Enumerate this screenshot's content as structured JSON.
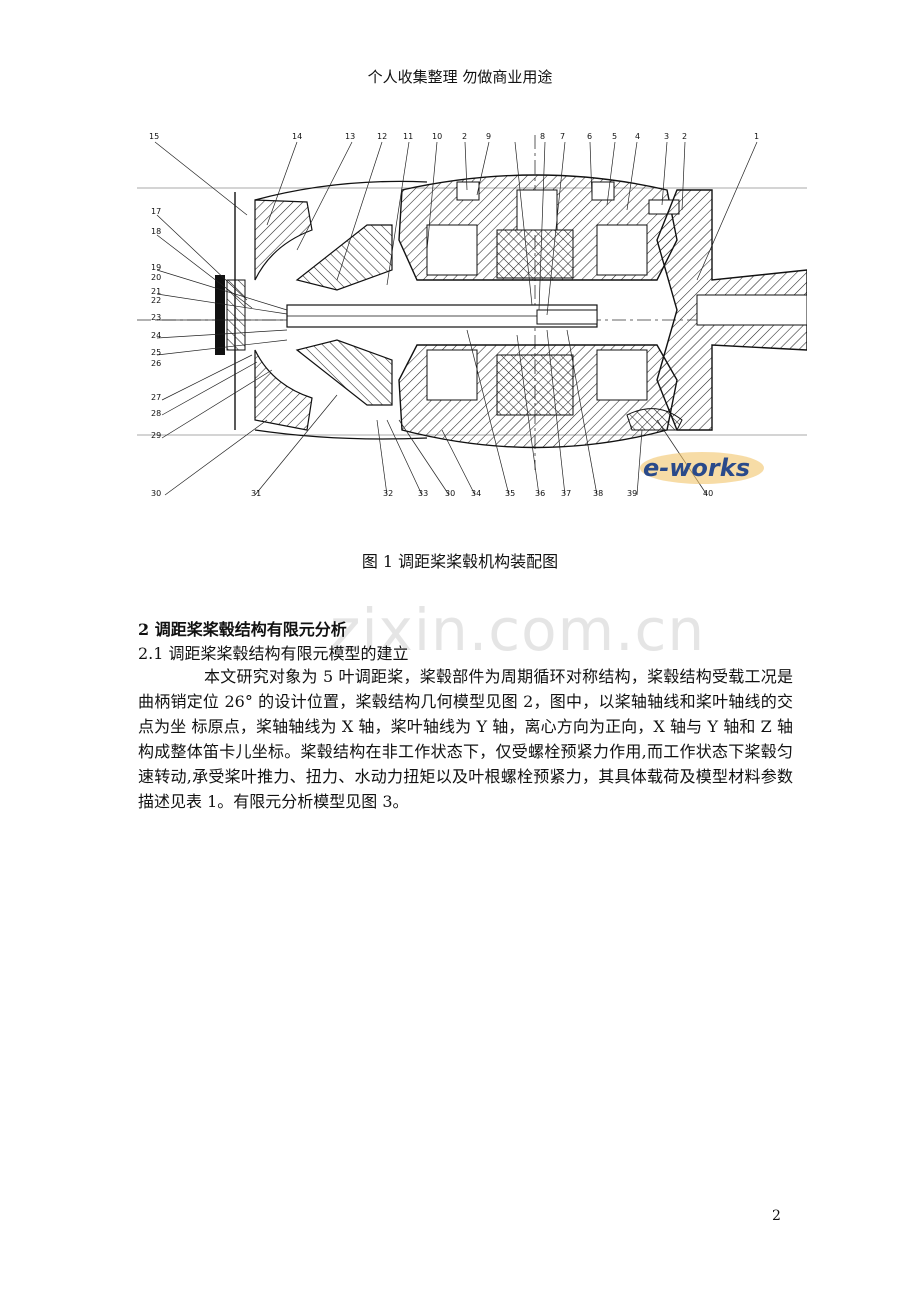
{
  "header": "个人收集整理 勿做商业用途",
  "figure": {
    "top_labels": [
      "15",
      "14",
      "13",
      "12",
      "11",
      "10",
      "2",
      "9",
      "8",
      "7",
      "6",
      "5",
      "4",
      "3",
      "2",
      "1"
    ],
    "left_labels": [
      "17",
      "18",
      "19",
      "20",
      "21",
      "22",
      "23",
      "24",
      "25",
      "26",
      "27",
      "28",
      "29",
      "30"
    ],
    "bottom_labels": [
      "31",
      "32",
      "33",
      "30",
      "34",
      "35",
      "36",
      "37",
      "38",
      "39",
      "40"
    ],
    "logo": "e-works",
    "caption": "图 1  调距桨桨毂机构装配图"
  },
  "section": {
    "title": "2  调距桨桨毂结构有限元分析",
    "subtitle": "2.1  调距桨桨毂结构有限元模型的建立",
    "paragraph": "本文研究对象为 5 叶调距桨，桨毂部件为周期循环对称结构，桨毂结构受载工况是曲柄销定位 26° 的设计位置，桨毂结构几何模型见图 2，图中，以桨轴轴线和桨叶轴线的交点为坐 标原点，桨轴轴线为 X 轴，桨叶轴线为 Y 轴，离心方向为正向，X  轴与  Y  轴和  Z  轴构成整体笛卡儿坐标。桨毂结构在非工作状态下，仅受螺栓预紧力作用,而工作状态下桨毂匀速转动,承受桨叶推力、扭力、水动力扭矩以及叶根螺栓预紧力，其具体载荷及模型材料参数描述见表 1。有限元分析模型见图 3。"
  },
  "watermark": "zixin.com.cn",
  "page_number": "2"
}
